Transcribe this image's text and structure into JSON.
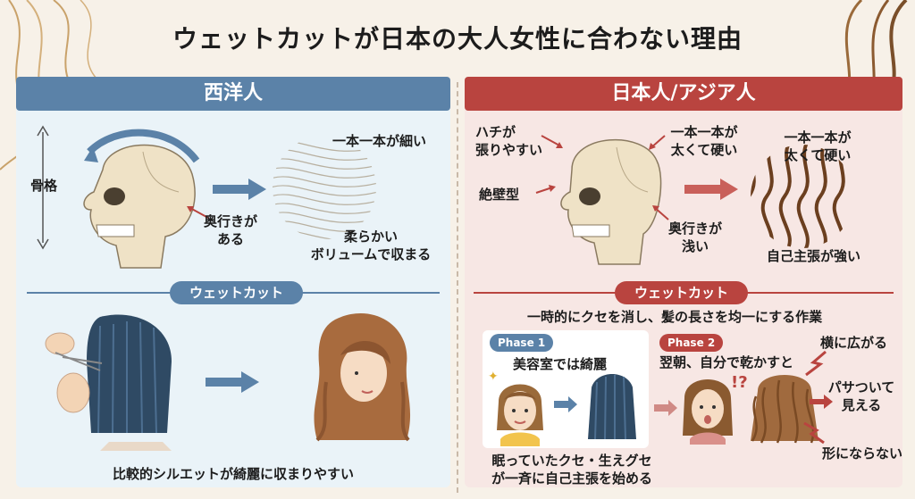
{
  "title": "ウェットカットが日本の大人女性に合わない理由",
  "western": {
    "header": "西洋人",
    "skeleton_label": "骨格",
    "depth_label": [
      "奥行きが",
      "ある"
    ],
    "hair_label": "一本一本が細い",
    "hair_result": [
      "柔らかい",
      "ボリュームで収まる"
    ],
    "wetcut_pill": "ウェットカット",
    "bottom_caption": "比較的シルエットが綺麗に収まりやすい"
  },
  "japanese": {
    "header": "日本人/アジア人",
    "hachi_label": [
      "ハチが",
      "張りやすい"
    ],
    "zeppeki_label": "絶壁型",
    "thick_label": [
      "一本一本が",
      "太くて硬い"
    ],
    "depth_label": [
      "奥行きが",
      "浅い"
    ],
    "hair_label": [
      "一本一本が",
      "太くて硬い"
    ],
    "hair_result": "自己主張が強い",
    "wetcut_pill": "ウェットカット",
    "wetcut_desc": "一時的にクセを消し、髪の長さを均一にする作業",
    "phase1": {
      "badge": "Phase 1",
      "text": "美容室では綺麗"
    },
    "phase2": {
      "badge": "Phase 2",
      "text": "翌朝、自分で乾かすと",
      "exclaim": "!?"
    },
    "effects": [
      "横に広がる",
      "パサついて",
      "見える",
      "形にならない"
    ],
    "bottom_caption": [
      "眠っていたクセ・生えグセ",
      "が一斉に自己主張を始める"
    ]
  },
  "colors": {
    "blue": "#5b82a8",
    "red": "#b9443f"
  }
}
